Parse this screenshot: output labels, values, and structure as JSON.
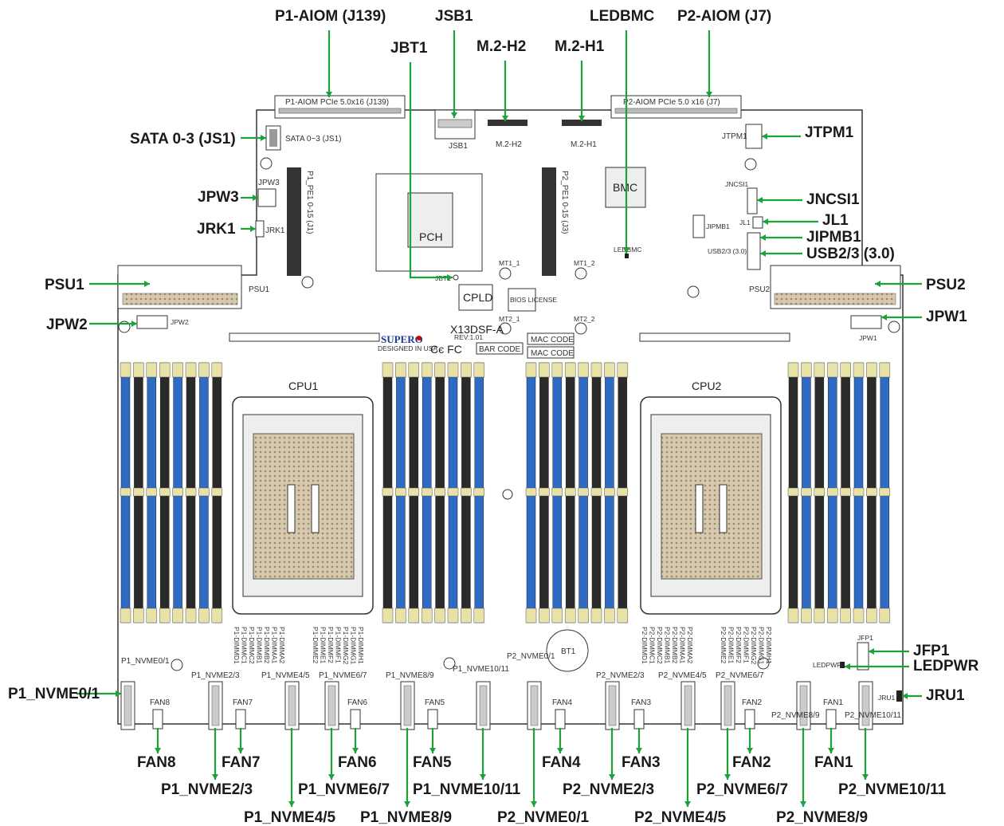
{
  "board": {
    "model": "X13DSF-A",
    "revision": "REV:1.01",
    "brand": "SUPERO",
    "made_in": "DESIGNED IN USA",
    "certs": "Cє FC",
    "bar_code": "BAR CODE",
    "mac_code_1": "MAC CODE",
    "mac_code_2": "MAC CODE",
    "bios_license": "BIOS LICENSE",
    "cpu1": "CPU1",
    "cpu2": "CPU2",
    "pch": "PCH",
    "bmc": "BMC",
    "cpld": "CPLD",
    "bt1": "BT1"
  },
  "callouts": {
    "p1_aiom": "P1-AIOM (J139)",
    "jsb1": "JSB1",
    "ledbmc": "LEDBMC",
    "p2_aiom": "P2-AIOM (J7)",
    "jbt1": "JBT1",
    "m2_h2": "M.2-H2",
    "m2_h1": "M.2-H1",
    "sata": "SATA 0-3 (JS1)",
    "jtpm1": "JTPM1",
    "jpw3": "JPW3",
    "jncsi1": "JNCSI1",
    "jrk1": "JRK1",
    "jl1": "JL1",
    "jipmb1": "JIPMB1",
    "usb": "USB2/3 (3.0)",
    "psu1": "PSU1",
    "psu2": "PSU2",
    "jpw2": "JPW2",
    "jpw1": "JPW1",
    "jfp1": "JFP1",
    "ledpwr": "LEDPWR",
    "p1_nvme0_1": "P1_NVME0/1",
    "jru1": "JRU1",
    "fan8": "FAN8",
    "fan7": "FAN7",
    "fan6": "FAN6",
    "fan5": "FAN5",
    "fan4": "FAN4",
    "fan3": "FAN3",
    "fan2": "FAN2",
    "fan1": "FAN1",
    "p1_nvme2_3": "P1_NVME2/3",
    "p1_nvme6_7": "P1_NVME6/7",
    "p1_nvme10_11": "P1_NVME10/11",
    "p2_nvme2_3": "P2_NVME2/3",
    "p2_nvme6_7": "P2_NVME6/7",
    "p2_nvme10_11": "P2_NVME10/11",
    "p1_nvme4_5": "P1_NVME4/5",
    "p1_nvme8_9": "P1_NVME8/9",
    "p2_nvme0_1": "P2_NVME0/1",
    "p2_nvme4_5": "P2_NVME4/5",
    "p2_nvme8_9": "P2_NVME8/9"
  },
  "silk": {
    "p1_aiom": "P1-AIOM PCIe 5.0x16 (J139)",
    "p2_aiom": "P2-AIOM PCIe 5.0 x16 (J7)",
    "jsb1": "JSB1",
    "m2_h2": "M.2-H2",
    "m2_h1": "M.2-H1",
    "sata": "SATA 0~3 (JS1)",
    "jtpm1": "JTPM1",
    "jpw3": "JPW3",
    "jrk1": "JRK1",
    "jncsi1": "JNCSI1",
    "jl1": "JL1",
    "jipmb1": "JIPMB1",
    "usb": "USB2/3 (3.0)",
    "p1_pe1": "P1_PE1 0-15 (J1)",
    "p2_pe1": "P2_PE1 0-15 (J3)",
    "ledbmc": "LEDBMC",
    "jbt1": "JBT1",
    "mt1_1": "MT1_1",
    "mt1_2": "MT1_2",
    "mt2_1": "MT2_1",
    "mt2_2": "MT2_2",
    "psu1": "PSU1",
    "psu2": "PSU2",
    "jpw2": "JPW2",
    "jpw1": "JPW1",
    "jfp1": "JFP1",
    "ledpwr": "LEDPWR",
    "jru1": "JRU1",
    "p1_nvme0_1": "P1_NVME0/1",
    "p1_nvme2_3": "P1_NVME2/3",
    "p1_nvme4_5": "P1_NVME4/5",
    "p1_nvme6_7": "P1_NVME6/7",
    "p1_nvme8_9": "P1_NVME8/9",
    "p1_nvme10_11": "P1_NVME10/11",
    "p2_nvme0_1": "P2_NVME0/1",
    "p2_nvme2_3": "P2_NVME2/3",
    "p2_nvme4_5": "P2_NVME4/5",
    "p2_nvme6_7": "P2_NVME6/7",
    "p2_nvme8_9": "P2_NVME8/9",
    "p2_nvme10_11": "P2_NVME10/11",
    "fan8": "FAN8",
    "fan7": "FAN7",
    "fan6": "FAN6",
    "fan5": "FAN5",
    "fan4": "FAN4",
    "fan3": "FAN3",
    "fan2": "FAN2",
    "fan1": "FAN1"
  },
  "dimm_labels": {
    "p1_left": [
      "P1-DIMMD1",
      "P1-DIMMC1",
      "P1-DIMMC2",
      "P1-DIMMB1",
      "P1-DIMMB2",
      "P1-DIMMA1",
      "P1-DIMMA2"
    ],
    "p1_right": [
      "P1-DIMME2",
      "P1-DIMME1",
      "P1-DIMMF2",
      "P1-DIMMF1",
      "P1-DIMMG2",
      "P1-DIMMG1",
      "P1-DIMMH1"
    ],
    "p2_left": [
      "P2-DIMMD1",
      "P2-DIMMC1",
      "P2-DIMMC2",
      "P2-DIMMB1",
      "P2-DIMMB2",
      "P2-DIMMA1",
      "P2-DIMMA2"
    ],
    "p2_right": [
      "P2-DIMME2",
      "P2-DIMME1",
      "P2-DIMMF2",
      "P2-DIMMF1",
      "P2-DIMMG2",
      "P2-DIMMG1",
      "P2-DIMMH1"
    ]
  },
  "colors": {
    "callout_line": "#1aa33a",
    "dimm_blue": "#2f6bc2",
    "dimm_black": "#2a2a2a",
    "dimm_end": "#e8e2a8",
    "socket_fill": "#c8b89a",
    "board_outline": "#333333"
  }
}
